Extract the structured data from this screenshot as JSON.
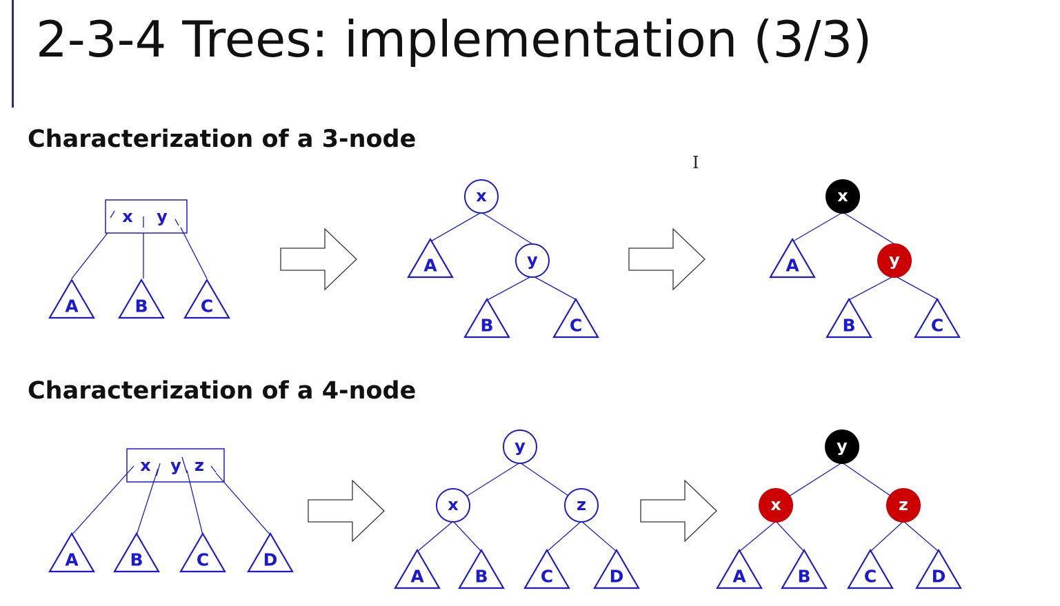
{
  "title": "2-3-4 Trees: implementation (3/3)",
  "sections": [
    {
      "heading": "Characterization of a 3-node",
      "multi_node": {
        "keys": [
          "x",
          "y"
        ],
        "subtrees": [
          "A",
          "B",
          "C"
        ]
      },
      "binary_tree": {
        "root": "x",
        "child": "y",
        "subtrees": [
          "A",
          "B",
          "C"
        ]
      },
      "red_black_tree": {
        "root": "x",
        "child": "y",
        "subtrees": [
          "A",
          "B",
          "C"
        ]
      }
    },
    {
      "heading": "Characterization of a 4-node",
      "multi_node": {
        "keys": [
          "x",
          "y",
          "z"
        ],
        "subtrees": [
          "A",
          "B",
          "C",
          "D"
        ]
      },
      "binary_tree": {
        "root": "y",
        "left": "x",
        "right": "z",
        "subtrees": [
          "A",
          "B",
          "C",
          "D"
        ]
      },
      "red_black_tree": {
        "root": "y",
        "left": "x",
        "right": "z",
        "subtrees": [
          "A",
          "B",
          "C",
          "D"
        ]
      }
    }
  ],
  "colors": {
    "tree_line": "#1a1ad6",
    "black_node": "#000000",
    "red_node": "#cc0000",
    "accent_bar": "#3d2a6e",
    "arrow_stroke": "#333333"
  },
  "icons": {
    "transform_arrow": "right-arrow-icon",
    "cursor": "text-cursor-icon"
  }
}
